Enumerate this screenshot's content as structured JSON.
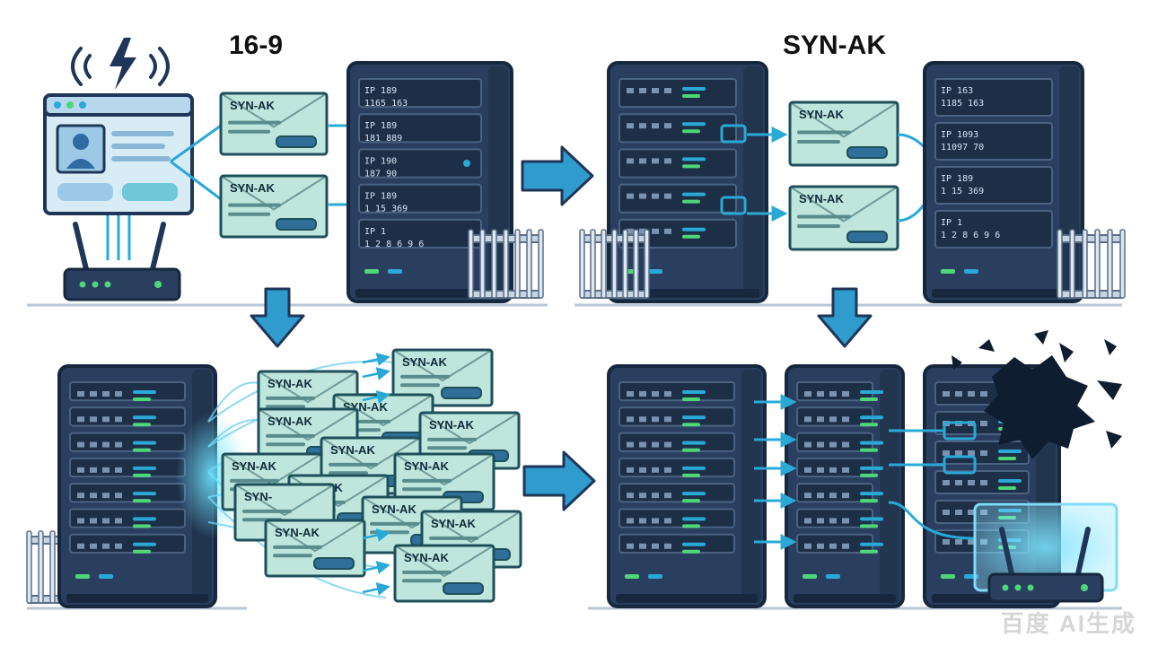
{
  "titles": {
    "top_left": "16-9",
    "top_right": "SYN-AK"
  },
  "packet_label": "SYN-AK",
  "packet_label_short": "SYN-",
  "ip_lines": [
    [
      "IP 189",
      "1165 163"
    ],
    [
      "IP 189",
      "181 889"
    ],
    [
      "IP 190",
      "187 90"
    ],
    [
      "IP 189",
      "1 15 369"
    ],
    [
      "IP 1",
      "1 2 8 6 9 6"
    ]
  ],
  "ip_lines_right": [
    [
      "IP 163",
      "1185 163"
    ],
    [
      "IP 1093",
      "11097 70"
    ],
    [
      "IP 189",
      "1 15 369"
    ],
    [
      "IP 1",
      "1 2 8 6 9 6"
    ]
  ],
  "watermark": "百度 AI生成",
  "icons": {
    "wifi": "wifi-signal-icon",
    "bolt": "lightning-bolt-icon",
    "user": "user-avatar-icon",
    "router": "router-icon",
    "firewall": "firewall-fence-icon",
    "crack": "shattered-hole-icon"
  },
  "colors": {
    "navy": "#1f3658",
    "rack": "#2a3f5f",
    "rackDark": "#17273d",
    "cyan": "#2aa9d6",
    "arrow": "#2f9ccd",
    "packet": "#bfe6dc",
    "packetEdge": "#1e4f5a",
    "packetHi": "#8fd6c4",
    "screen": "#d8ecf6",
    "led": "#4fd67a"
  }
}
